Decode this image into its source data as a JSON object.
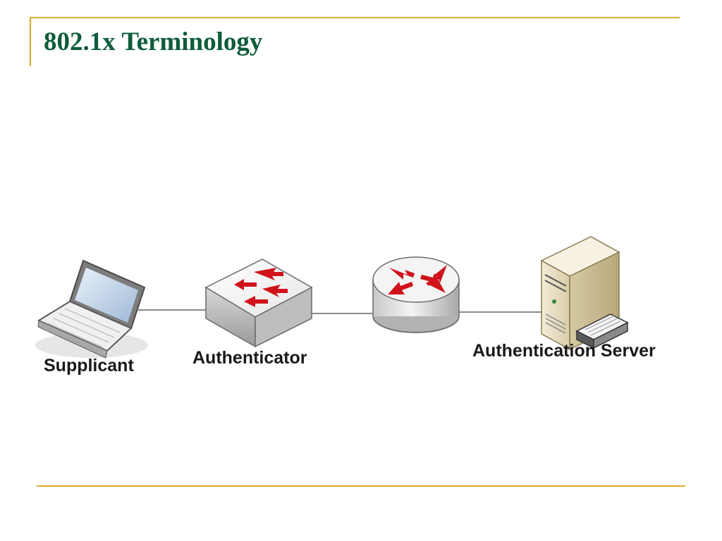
{
  "slide": {
    "title": "802.1x Terminology"
  },
  "diagram": {
    "nodes": [
      {
        "id": "supplicant",
        "label": "Supplicant",
        "icon": "laptop-icon"
      },
      {
        "id": "authenticator",
        "label": "Authenticator",
        "icon": "switch-icon"
      },
      {
        "id": "router",
        "label": "",
        "icon": "router-icon"
      },
      {
        "id": "auth-server",
        "label": "Authentication Server",
        "icon": "server-icon"
      }
    ],
    "colors": {
      "accent_rule": "#e0a82e",
      "title": "#0e5c3a",
      "arrow_red": "#d0121b"
    }
  }
}
